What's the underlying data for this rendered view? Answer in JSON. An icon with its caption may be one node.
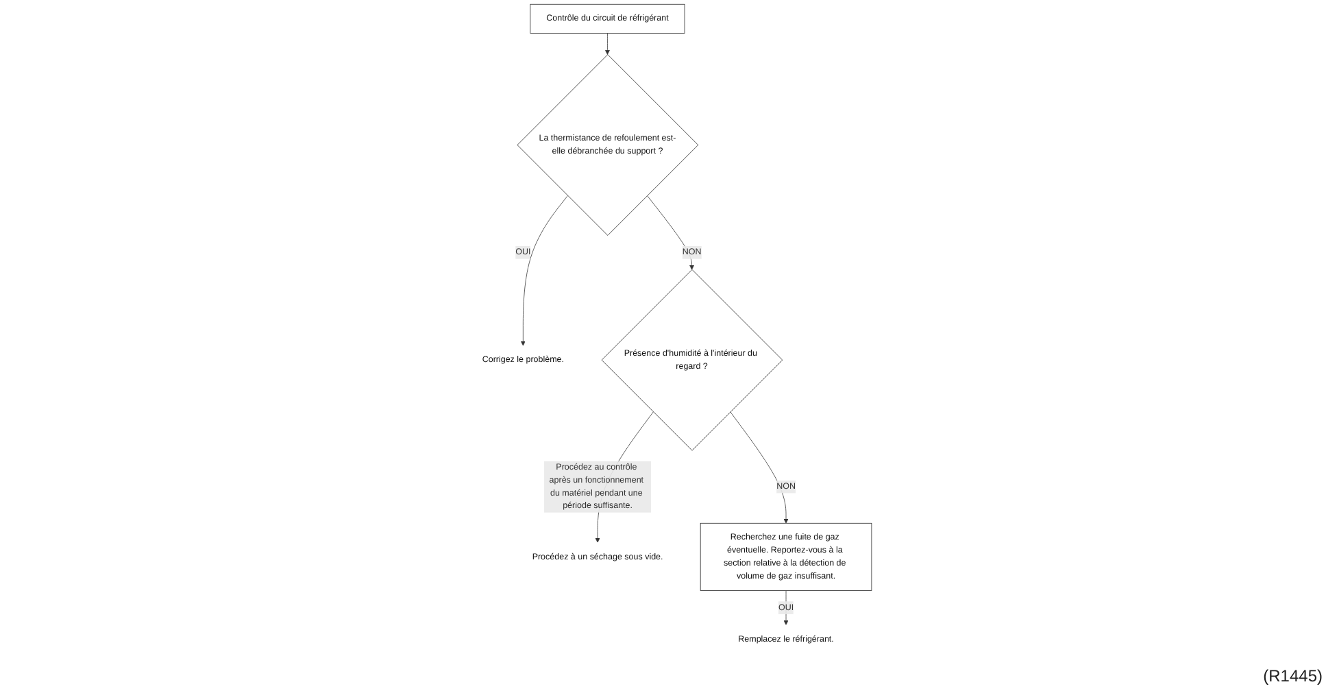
{
  "diagram": {
    "nodes": [
      {
        "text": [
          "Contrôle du circuit de réfrigérant"
        ]
      },
      {
        "text": [
          "La thermistance de refoulement est-elle débranchée du support ?"
        ]
      },
      {
        "text": [
          "Corrigez le problème."
        ]
      },
      {
        "text": [
          "Présence d'humidité à l'intérieur du regard ?"
        ]
      },
      {
        "text": [
          "Procédez à un séchage sous vide."
        ]
      },
      {
        "text": [
          "Recherchez une fuite de gaz éventuelle. Reportez-vous à la section relative à la détection de volume de gaz insuffisant."
        ]
      },
      {
        "text": [
          "Remplacez le réfrigérant."
        ]
      }
    ],
    "edges": [
      {
        "from": 0,
        "to": 1,
        "arrow": "to"
      },
      {
        "from": 1,
        "to": 2,
        "arrow": "to",
        "label": "OUI"
      },
      {
        "from": 1,
        "to": 3,
        "arrow": "to",
        "label": "NON"
      },
      {
        "from": 3,
        "to": 4,
        "arrow": "to",
        "label": "Procédez au contrôle après un fonctionnement du matériel pendant une période suffisante."
      },
      {
        "from": 3,
        "to": 5,
        "arrow": "to",
        "label": "NON"
      },
      {
        "from": 5,
        "to": 6,
        "arrow": "to",
        "label": "OUI"
      }
    ],
    "labels": [
      "(R1445)"
    ]
  }
}
